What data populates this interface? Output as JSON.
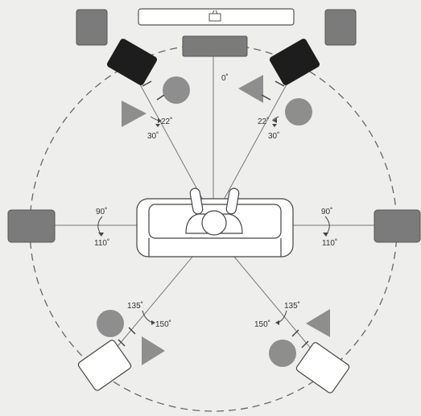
{
  "angles": {
    "center": "0˚",
    "front_left_inner": "22˚",
    "front_left_outer": "30˚",
    "front_right_inner": "22˚",
    "front_right_outer": "30˚",
    "side_left_top": "90˚",
    "side_left_bottom": "110˚",
    "side_right_top": "90˚",
    "side_right_bottom": "110˚",
    "rear_left_inner": "135˚",
    "rear_left_outer": "150˚",
    "rear_right_inner": "135˚",
    "rear_right_outer": "150˚"
  },
  "colors": {
    "background": "#eeeeec",
    "speaker_dark": "#1d1d1d",
    "speaker_gray": "#7b7b7b",
    "shape_gray": "#8e8e8e",
    "line": "#555555"
  },
  "icons": {
    "tv": "tv-icon"
  }
}
